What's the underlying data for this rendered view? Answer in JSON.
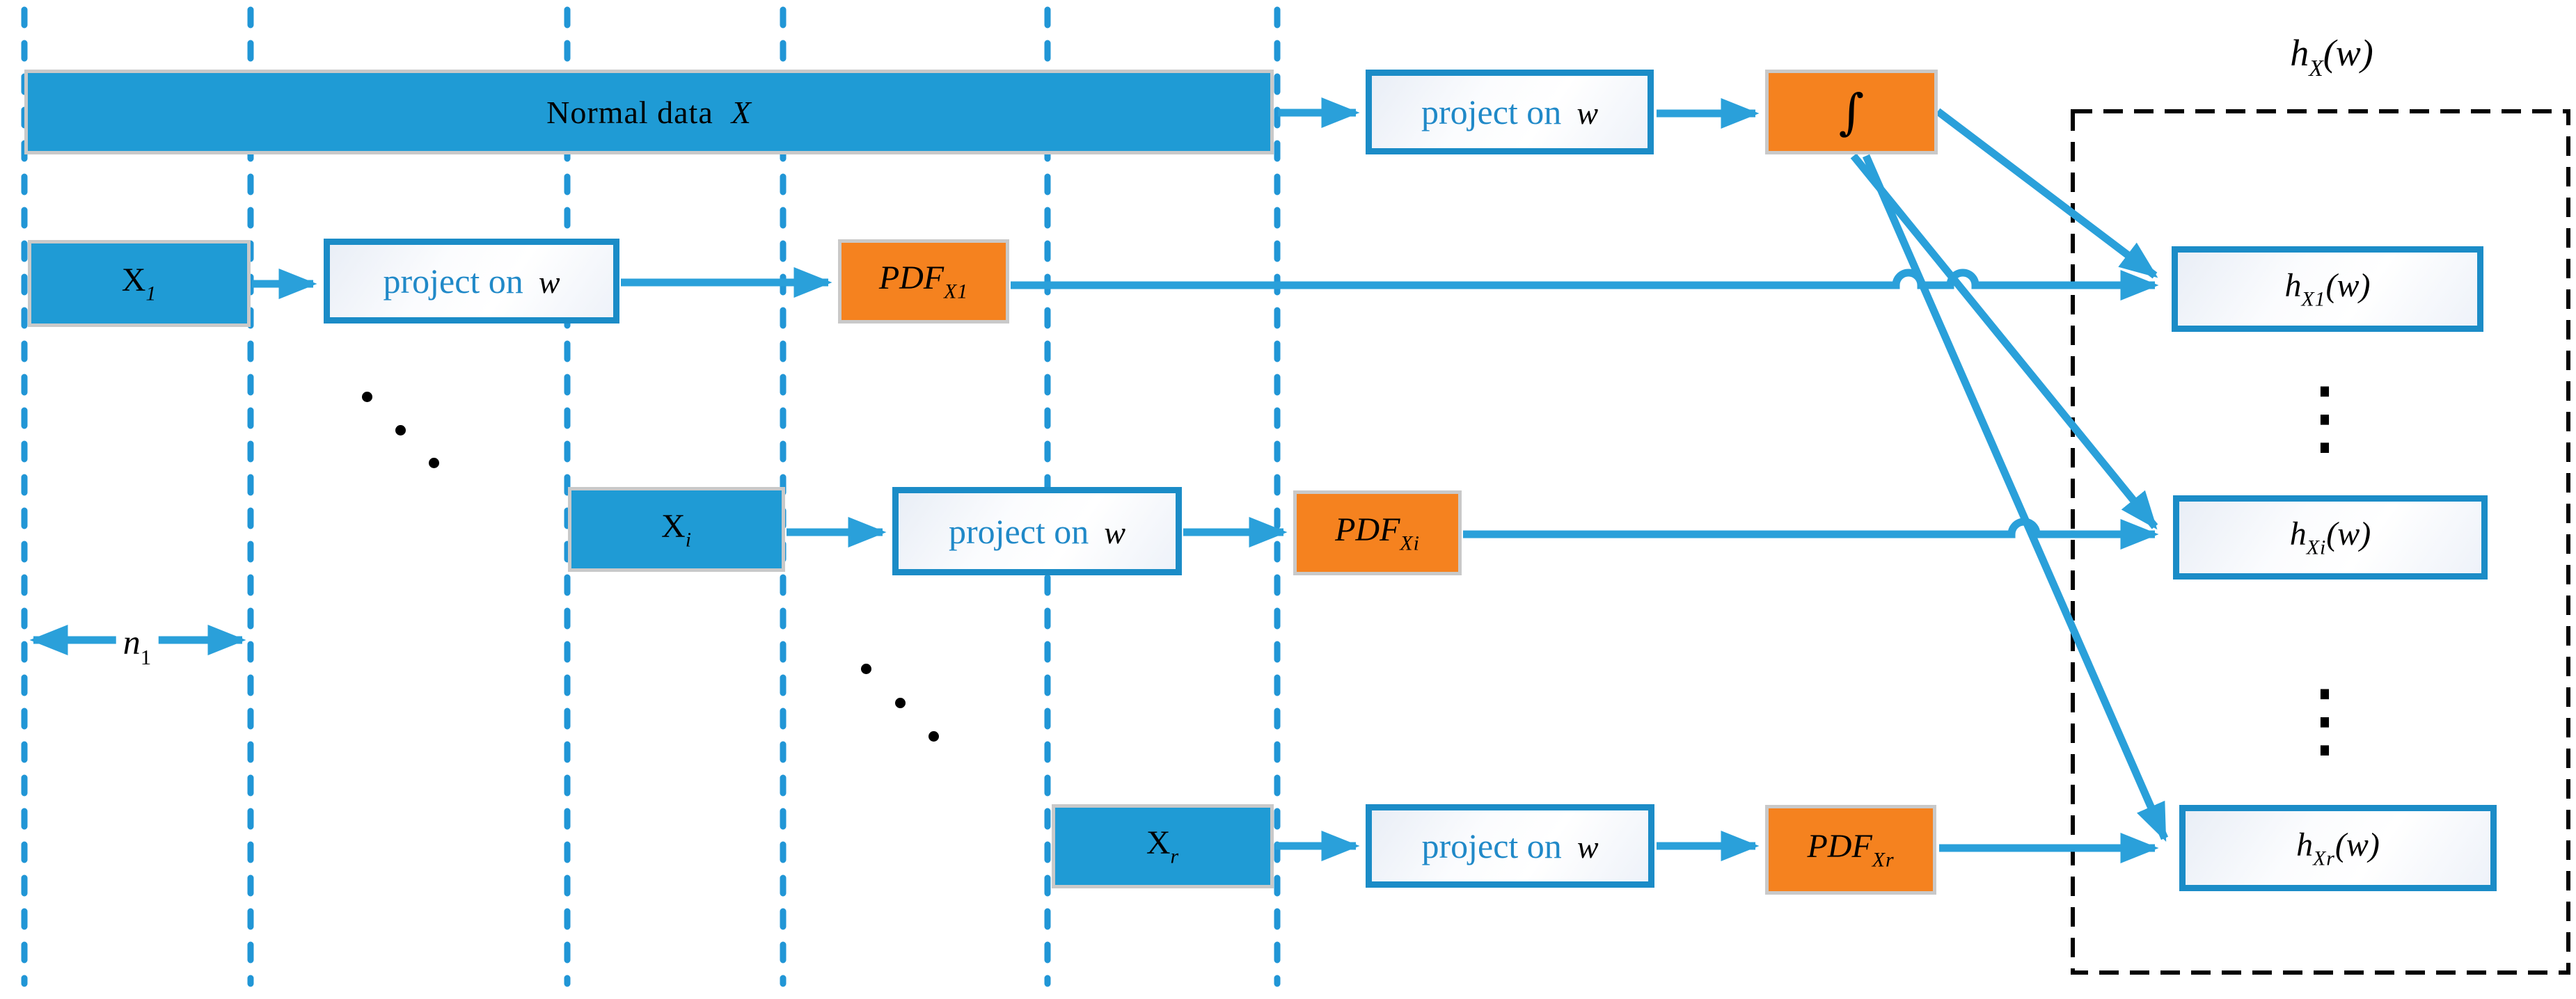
{
  "colors": {
    "box_blue": "#1f9bd5",
    "box_orange": "#f5821f",
    "line_blue": "#2aa0da",
    "border_blue": "#1b8cc7",
    "border_gray": "#c9c9c9",
    "dashed_guide_blue": "#2196d6",
    "container_dash_black": "#000000",
    "project_text_blue": "#2089c8"
  },
  "title": {
    "base": "h",
    "sub": "X",
    "suffix": "(w)"
  },
  "bar": {
    "text": "Normal data",
    "var": "X"
  },
  "project": {
    "text": "project on",
    "var": "w"
  },
  "integral": "∫",
  "x_boxes": [
    {
      "base": "X",
      "sub": "1"
    },
    {
      "base": "X",
      "sub": "i"
    },
    {
      "base": "X",
      "sub": "r"
    }
  ],
  "pdf_boxes": [
    {
      "base": "PDF",
      "sub": "X1"
    },
    {
      "base": "PDF",
      "sub": "Xi"
    },
    {
      "base": "PDF",
      "sub": "Xr"
    }
  ],
  "h_boxes": [
    {
      "base": "h",
      "sub": "X1",
      "suffix": "(w)"
    },
    {
      "base": "h",
      "sub": "Xi",
      "suffix": "(w)"
    },
    {
      "base": "h",
      "sub": "Xr",
      "suffix": "(w)"
    }
  ],
  "n_label": {
    "base": "n",
    "sub": "1"
  },
  "ellipsis": "⋮"
}
